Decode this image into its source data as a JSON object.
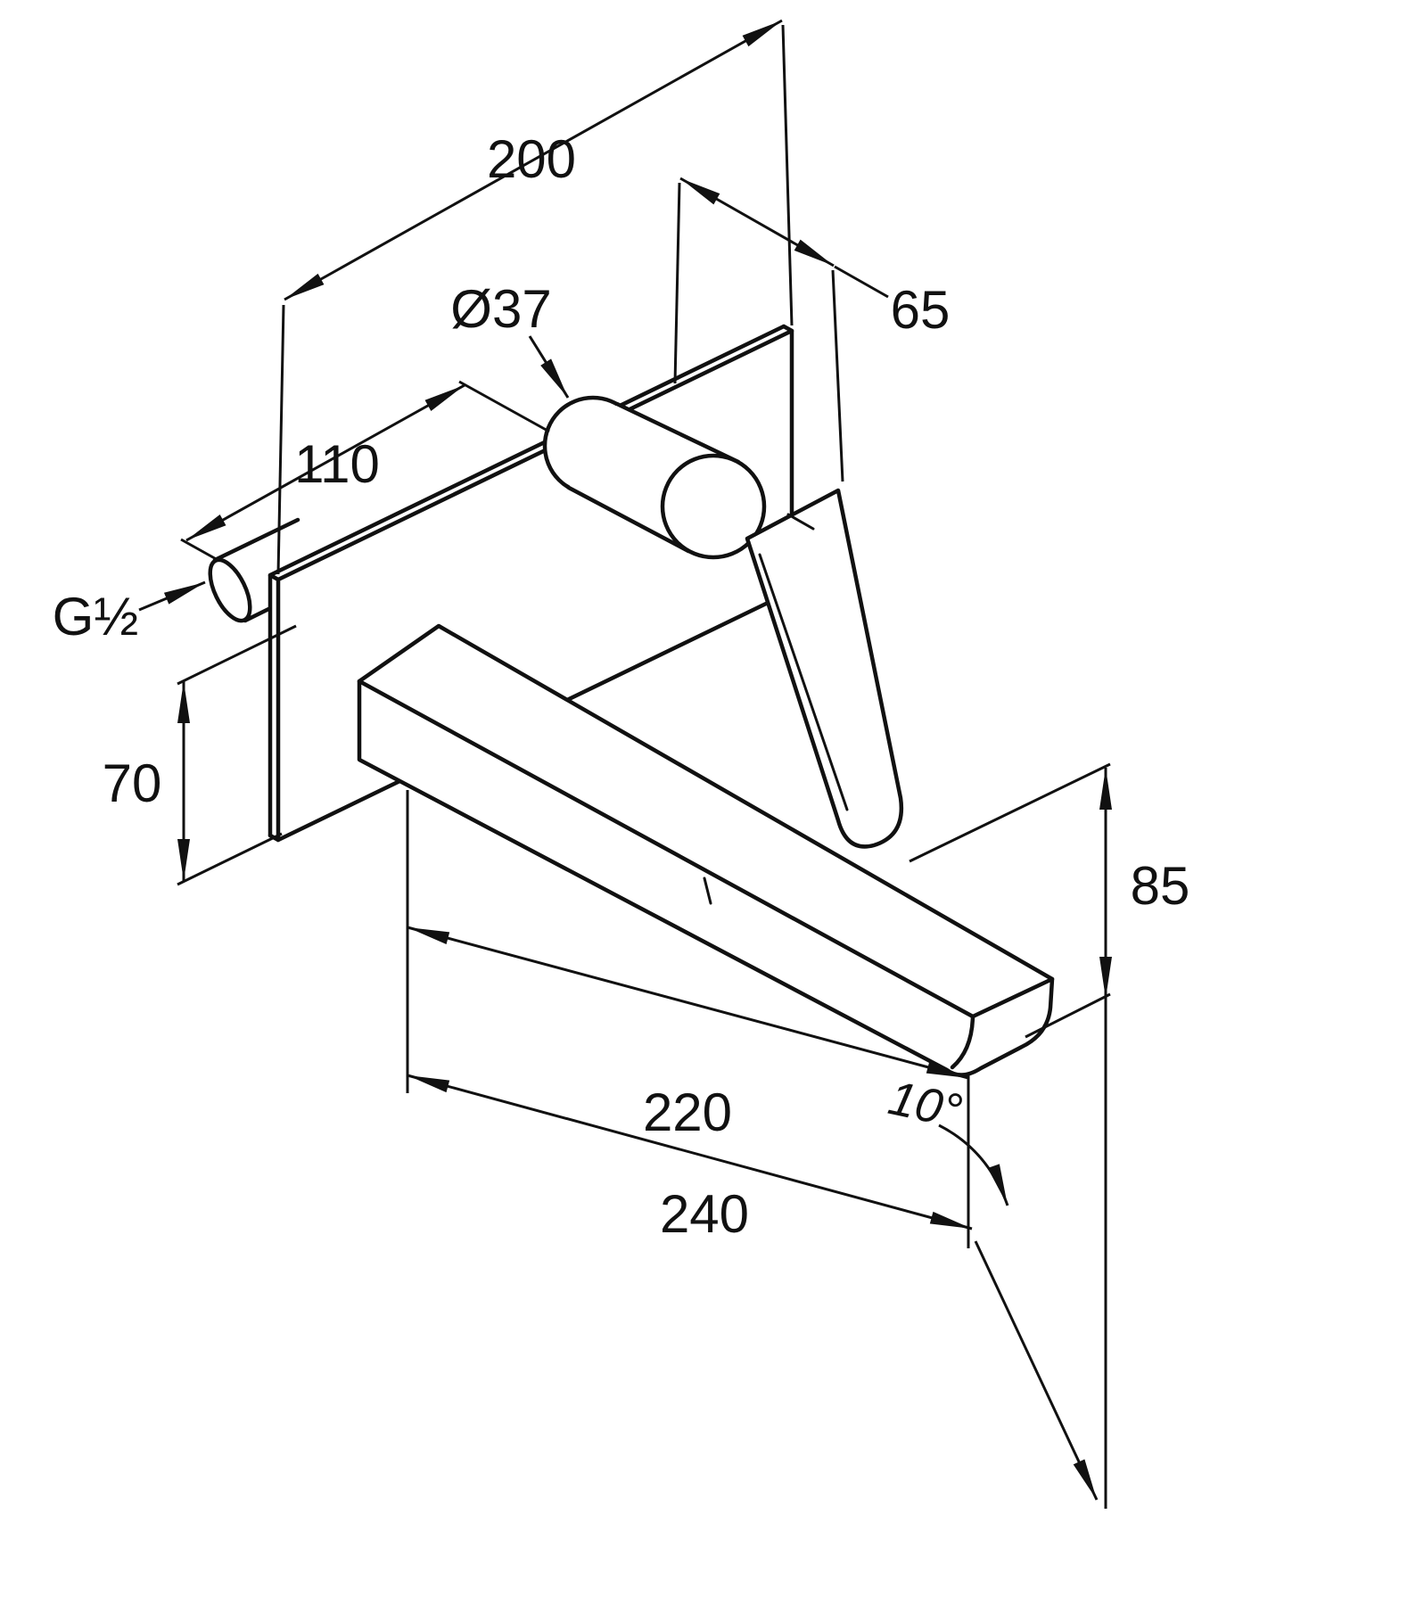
{
  "drawing": {
    "background_color": "#ffffff",
    "line_color": "#111111",
    "labels": {
      "plate_width": "200",
      "body_offset": "65",
      "escutcheon_diameter": "Ø37",
      "inlet_to_cartridge": "110",
      "connection_thread": "G½",
      "lower_height": "70",
      "right_height": "85",
      "spout_reach": "220",
      "spout_angle": "10°",
      "overall_reach": "240"
    }
  }
}
